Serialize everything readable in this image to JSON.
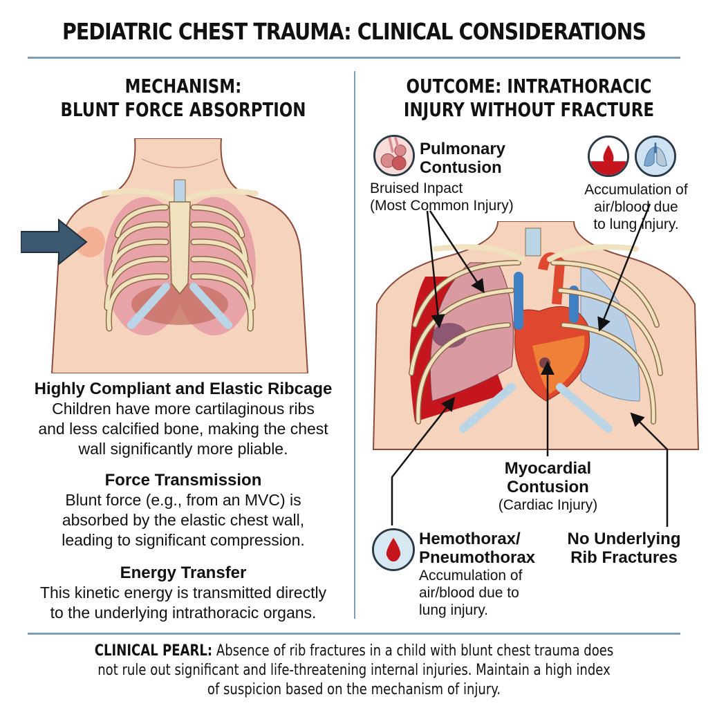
{
  "title": "PEDIATRIC CHEST TRAUMA: CLINICAL CONSIDERATIONS",
  "colors": {
    "divider": "#7f9db5",
    "skin": "#f6d3bd",
    "lung_pink": "#e8a3a8",
    "bone": "#f1e2bf",
    "cartilage": "#b9d5e6",
    "blood": "#c4161c",
    "arrow_blue": "#3b5870",
    "heart_red": "#e0472f",
    "vessel_blue": "#3f7fc4"
  },
  "left_column": {
    "heading_line1": "MECHANISM:",
    "heading_line2": "BLUNT FORCE ABSORPTION",
    "illustration": "child-chest-ribcage-with-impact-arrow",
    "sections": [
      {
        "heading": "Highly Compliant and Elastic Ribcage",
        "lines": [
          "Children have more cartilaginous ribs",
          "and less calcified bone, making the chest",
          "wall significantly more pliable."
        ]
      },
      {
        "heading": "Force Transmission",
        "lines": [
          "Blunt force (e.g., from an MVC) is",
          "absorbed by the elastic chest wall,",
          "leading to significant compression."
        ]
      },
      {
        "heading": "Energy Transfer",
        "lines": [
          "This kinetic energy is transmitted directly",
          "to the underlying intrathoracic organs."
        ]
      }
    ]
  },
  "right_column": {
    "heading_line1": "OUTCOME: INTRATHORACIC",
    "heading_line2": "INJURY WITHOUT FRACTURE",
    "illustration": "chest-with-contused-lung-heart-and-pneumothorax",
    "labels": {
      "pulmonary": {
        "heading_line1": "Pulmonary",
        "heading_line2": "Contusion",
        "line1": "Bruised Inpact",
        "line2": "(Most Common Injury)",
        "icon": "alveoli-icon"
      },
      "air_blood": {
        "line1": "Accumulation of",
        "line2": "air/blood due",
        "line3": "to lung injury.",
        "icons": [
          "blood-drop-icon",
          "lungs-icon"
        ]
      },
      "myocardial": {
        "heading_line1": "Myocardial",
        "heading_line2": "Contusion",
        "line1": "(Cardiac Injury)"
      },
      "hemothorax": {
        "heading_line1": "Hemothorax/",
        "heading_line2": "Pneumothorax",
        "line1": "Accumulation of",
        "line2": "air/blood due to",
        "line3": "lung injury.",
        "icon": "blood-drop-icon"
      },
      "no_fracture": {
        "heading_line1": "No Underlying",
        "heading_line2": "Rib Fractures"
      }
    }
  },
  "pearl": {
    "label": "CLINICAL PEARL:",
    "text_line1": " Absence of rib fractures in a child with blunt chest trauma does",
    "text_line2": "not rule out significant and life-threatening internal injuries. Maintain a high index",
    "text_line3": "of suspicion based on the mechanism of injury."
  }
}
